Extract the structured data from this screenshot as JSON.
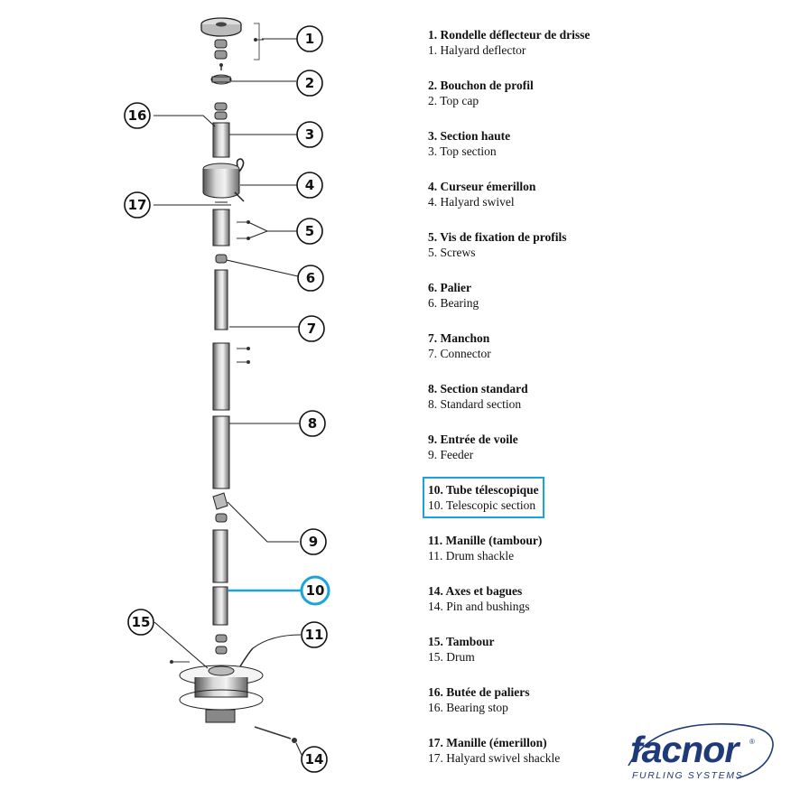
{
  "callouts": [
    "1",
    "2",
    "3",
    "4",
    "5",
    "6",
    "7",
    "8",
    "9",
    "10",
    "11",
    "14",
    "15",
    "16",
    "17"
  ],
  "highlight_color": "#1aa3dc",
  "legend": [
    {
      "fr": "1. Rondelle déflecteur de drisse",
      "en": "1. Halyard deflector"
    },
    {
      "fr": "2. Bouchon de profil",
      "en": "2. Top cap"
    },
    {
      "fr": "3. Section haute",
      "en": "3. Top section"
    },
    {
      "fr": "4. Curseur émerillon",
      "en": "4. Halyard swivel"
    },
    {
      "fr": "5. Vis de fixation de profils",
      "en": "5. Screws"
    },
    {
      "fr": "6. Palier",
      "en": "6. Bearing"
    },
    {
      "fr": "7. Manchon",
      "en": "7. Connector"
    },
    {
      "fr": "8. Section standard",
      "en": "8. Standard section"
    },
    {
      "fr": "9. Entrée de voile",
      "en": "9. Feeder"
    },
    {
      "fr": "10. Tube télescopique",
      "en": "10. Telescopic section",
      "highlighted": true
    },
    {
      "fr": "11. Manille (tambour)",
      "en": "11. Drum shackle"
    },
    {
      "fr": "14. Axes et bagues",
      "en": "14. Pin and bushings"
    },
    {
      "fr": "15. Tambour",
      "en": "15. Drum"
    },
    {
      "fr": "16. Butée de paliers",
      "en": "16. Bearing stop"
    },
    {
      "fr": "17. Manille (émerillon)",
      "en": "17. Halyard swivel shackle"
    }
  ],
  "logo": {
    "word": "facnor",
    "registered": "®",
    "tagline": "FURLING SYSTEMS",
    "color": "#1e3a78"
  }
}
